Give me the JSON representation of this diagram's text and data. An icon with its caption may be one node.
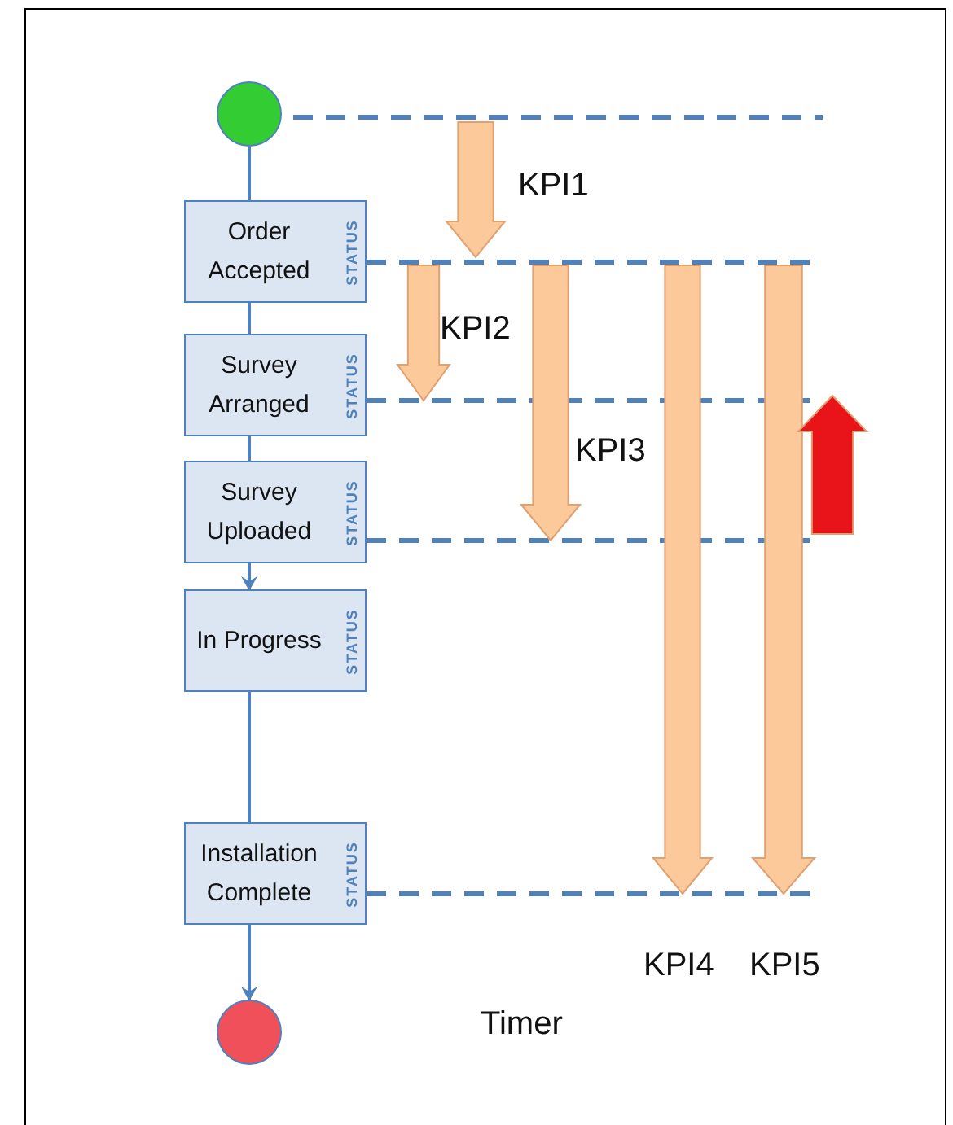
{
  "diagram": {
    "nodes": [
      {
        "text": [],
        "shape": "circle"
      },
      {
        "text": [
          "Order Accepted",
          "STATUS"
        ]
      },
      {
        "text": [
          "Survey Arranged",
          "STATUS"
        ]
      },
      {
        "text": [
          "Survey Uploaded",
          "STATUS"
        ]
      },
      {
        "text": [
          "In Progress",
          "STATUS"
        ]
      },
      {
        "text": [
          "Installation Complete",
          "STATUS"
        ]
      },
      {
        "text": [],
        "shape": "circle"
      }
    ],
    "edges": [
      {
        "from": 0,
        "to": 1,
        "arrow": "none"
      },
      {
        "from": 1,
        "to": 2,
        "arrow": "none"
      },
      {
        "from": 2,
        "to": 3,
        "arrow": "none"
      },
      {
        "from": 3,
        "to": 4,
        "arrow": "to"
      },
      {
        "from": 4,
        "to": 5,
        "arrow": "none"
      },
      {
        "from": 5,
        "to": 6,
        "arrow": "to"
      }
    ],
    "labels": [
      "KPI1",
      "KPI2",
      "KPI3",
      "KPI4",
      "KPI5",
      "Timer"
    ]
  }
}
